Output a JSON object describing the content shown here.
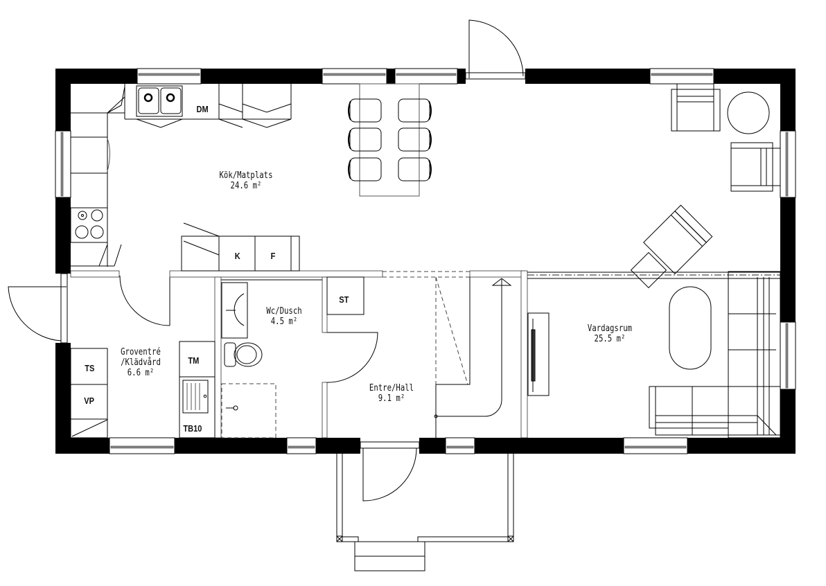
{
  "plan": {
    "rooms": [
      {
        "id": "kok",
        "name": "Kök/Matplats",
        "area": "24.6 m²"
      },
      {
        "id": "vardagsrum",
        "name": "Vardagsrum",
        "area": "25.5 m²"
      },
      {
        "id": "groventre",
        "name": "Groventré",
        "name2": "/Klädvård",
        "area": "6.6 m²"
      },
      {
        "id": "wc",
        "name": "Wc/Dusch",
        "area": "4.5 m²"
      },
      {
        "id": "hall",
        "name": "Entre/Hall",
        "area": "9.1 m²"
      }
    ],
    "fixtures": {
      "dm": "DM",
      "k": "K",
      "f": "F",
      "st": "ST",
      "ts": "TS",
      "vp": "VP",
      "tm": "TM",
      "tb10": "TB10"
    },
    "colors": {
      "wall": "#000000",
      "background": "#ffffff",
      "line": "#000000",
      "window_glass": "#888888"
    }
  }
}
